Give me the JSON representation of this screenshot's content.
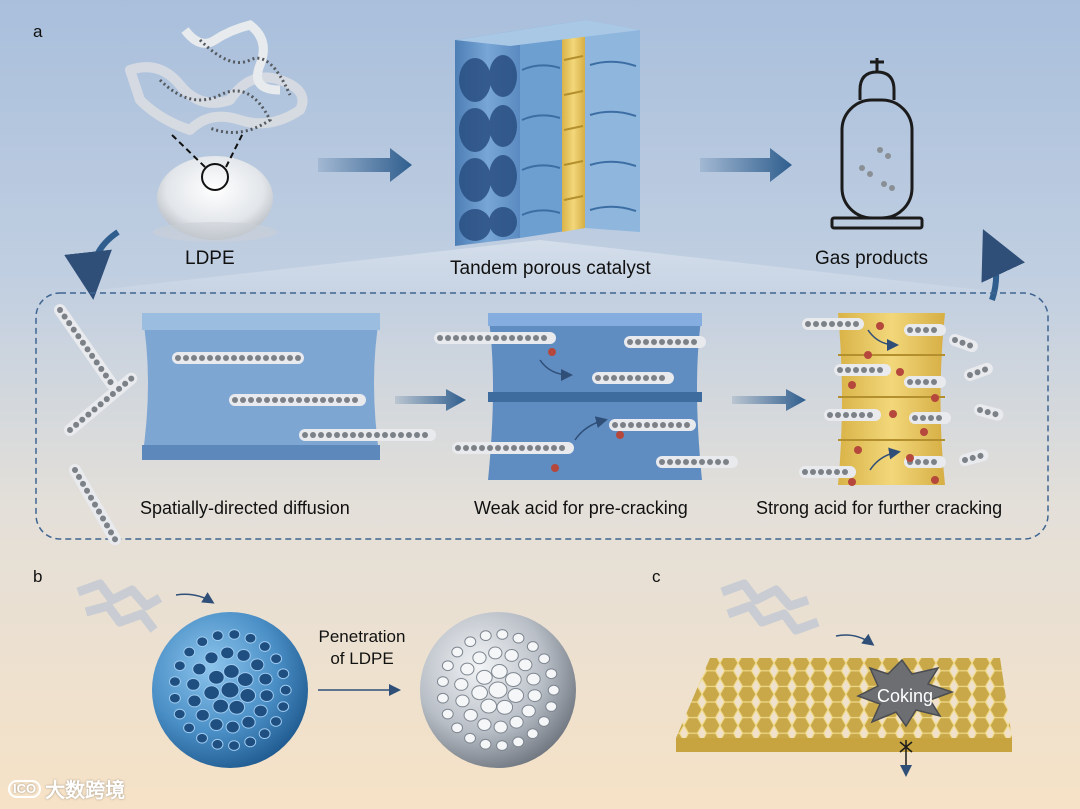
{
  "panels": {
    "a": "a",
    "b": "b",
    "c": "c"
  },
  "labels": {
    "ldpe": "LDPE",
    "catalyst": "Tandem porous catalyst",
    "gas": "Gas products",
    "stage1": "Spatially-directed diffusion",
    "stage2": "Weak acid for pre-cracking",
    "stage3": "Strong acid for further cracking",
    "penetration_line1": "Penetration",
    "penetration_line2": "of LDPE",
    "coking": "Coking"
  },
  "watermark": {
    "logo": "ICO",
    "text": "大数跨境"
  },
  "colors": {
    "catalyst_blue": "#5e8fc4",
    "acid_yellow": "#e6c25a",
    "arrow_blue": "#2f5e8e",
    "sphere_blue": "#4a8fc6",
    "honeycomb": "#dfc460",
    "coking_gray": "#6c6e72"
  }
}
